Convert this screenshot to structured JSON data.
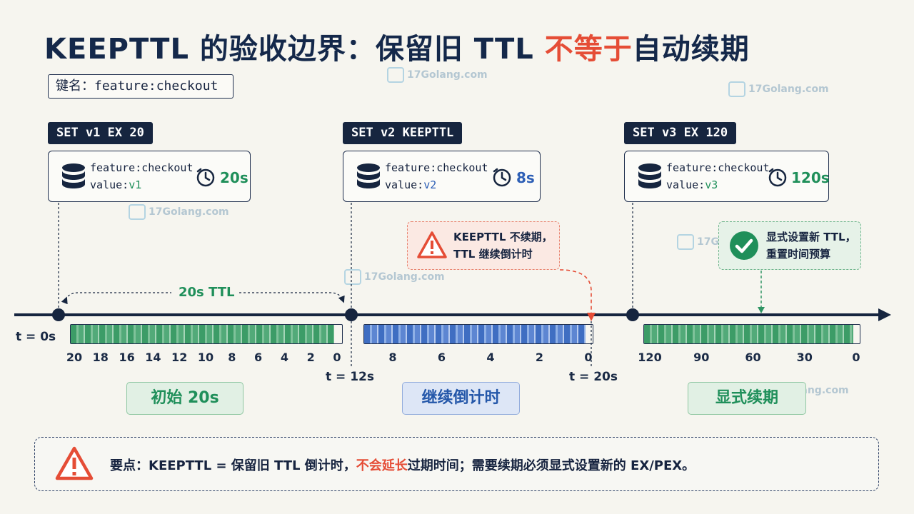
{
  "title": {
    "prefix": "KEEPTTL 的验收边界：保留旧 TTL ",
    "highlight": "不等于",
    "suffix": "自动续期"
  },
  "key_label": "键名：",
  "key_value": "feature:checkout",
  "watermark": "17Golang.com",
  "steps": [
    {
      "command": "SET v1 EX 20",
      "key": "feature:checkout",
      "value_label": "value:",
      "value": "v1",
      "ttl": "20s"
    },
    {
      "command": "SET v2 KEEPTTL",
      "key": "feature:checkout",
      "value_label": "value:",
      "value": "v2",
      "ttl": "8s"
    },
    {
      "command": "SET v3 EX 120",
      "key": "feature:checkout",
      "value_label": "value:",
      "value": "v3",
      "ttl": "120s"
    }
  ],
  "span_label": "20s TTL",
  "time_labels": {
    "t0": "t = 0s",
    "t12": "t = 12s",
    "t20": "t = 20s"
  },
  "ticks": {
    "bar1": [
      "20",
      "18",
      "16",
      "14",
      "12",
      "10",
      "8",
      "6",
      "4",
      "2",
      "0"
    ],
    "bar2": [
      "8",
      "6",
      "4",
      "2",
      "0"
    ],
    "bar3": [
      "120",
      "90",
      "60",
      "30",
      "0"
    ]
  },
  "bar_fill": {
    "bar1": 0.97,
    "bar2": 0.97,
    "bar3": 0.97
  },
  "warn_callout": {
    "line1": "KEEPTTL 不续期，",
    "line2": "TTL 继续倒计时"
  },
  "ok_callout": {
    "line1": "显式设置新 TTL，",
    "line2": "重置时间预算"
  },
  "stages": [
    "初始 20s",
    "继续倒计时",
    "显式续期"
  ],
  "note": {
    "prefix": "要点：KEEPTTL = 保留旧 TTL 倒计时，",
    "highlight": "不会延长",
    "suffix": "过期时间；需要续期必须显式设置新的 EX/PEX。"
  },
  "colors": {
    "navy": "#16253f",
    "green": "#1f8f5a",
    "blue": "#2d5fb6",
    "red": "#e54d36"
  }
}
